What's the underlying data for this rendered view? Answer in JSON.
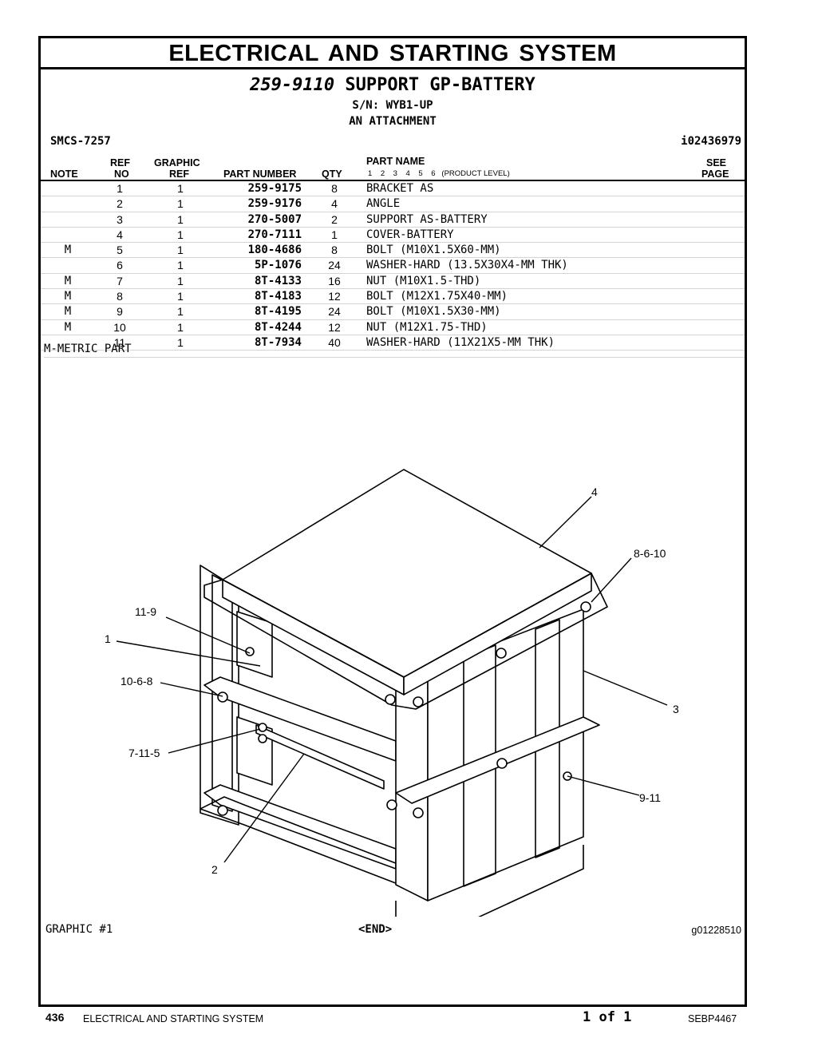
{
  "page": {
    "title": "ELECTRICAL AND STARTING SYSTEM",
    "group_number": "259-9110",
    "group_name": "SUPPORT GP-BATTERY",
    "serial": "S/N: WYB1-UP",
    "attachment": "AN ATTACHMENT",
    "smcs": "SMCS-7257",
    "illustration_id": "i02436979"
  },
  "table": {
    "headers": {
      "note": "NOTE",
      "ref_top": "REF",
      "ref_bottom": "NO",
      "graphic_top": "GRAPHIC",
      "graphic_bottom": "REF",
      "part_number": "PART NUMBER",
      "qty": "QTY",
      "part_name": "PART NAME",
      "product_level": "1    2    3    4    5    6   (PRODUCT LEVEL)",
      "see_top": "SEE",
      "see_bottom": "PAGE"
    },
    "rows": [
      {
        "note": "",
        "ref": "1",
        "graphic": "1",
        "part_number": "259-9175",
        "qty": "8",
        "name": "BRACKET AS"
      },
      {
        "note": "",
        "ref": "2",
        "graphic": "1",
        "part_number": "259-9176",
        "qty": "4",
        "name": "ANGLE"
      },
      {
        "note": "",
        "ref": "3",
        "graphic": "1",
        "part_number": "270-5007",
        "qty": "2",
        "name": "SUPPORT AS-BATTERY"
      },
      {
        "note": "",
        "ref": "4",
        "graphic": "1",
        "part_number": "270-7111",
        "qty": "1",
        "name": "COVER-BATTERY"
      },
      {
        "note": "M",
        "ref": "5",
        "graphic": "1",
        "part_number": "180-4686",
        "qty": "8",
        "name": "BOLT (M10X1.5X60-MM)"
      },
      {
        "note": "",
        "ref": "6",
        "graphic": "1",
        "part_number": "5P-1076",
        "qty": "24",
        "name": "WASHER-HARD (13.5X30X4-MM THK)"
      },
      {
        "note": "M",
        "ref": "7",
        "graphic": "1",
        "part_number": "8T-4133",
        "qty": "16",
        "name": "NUT (M10X1.5-THD)"
      },
      {
        "note": "M",
        "ref": "8",
        "graphic": "1",
        "part_number": "8T-4183",
        "qty": "12",
        "name": "BOLT (M12X1.75X40-MM)"
      },
      {
        "note": "M",
        "ref": "9",
        "graphic": "1",
        "part_number": "8T-4195",
        "qty": "24",
        "name": "BOLT (M10X1.5X30-MM)"
      },
      {
        "note": "M",
        "ref": "10",
        "graphic": "1",
        "part_number": "8T-4244",
        "qty": "12",
        "name": "NUT (M12X1.75-THD)"
      },
      {
        "note": "",
        "ref": "11",
        "graphic": "1",
        "part_number": "8T-7934",
        "qty": "40",
        "name": "WASHER-HARD (11X21X5-MM THK)"
      }
    ],
    "metric_note": "M-METRIC PART"
  },
  "diagram": {
    "callouts": [
      "4",
      "8-6-10",
      "11-9",
      "1",
      "10-6-8",
      "3",
      "7-11-5",
      "9-11",
      "2"
    ]
  },
  "graphic": {
    "label": "GRAPHIC #1",
    "end": "<END>",
    "id": "g01228510"
  },
  "footer": {
    "page_number": "436",
    "section": "ELECTRICAL AND STARTING SYSTEM",
    "page_of": "1 of 1",
    "doc": "SEBP4467"
  }
}
